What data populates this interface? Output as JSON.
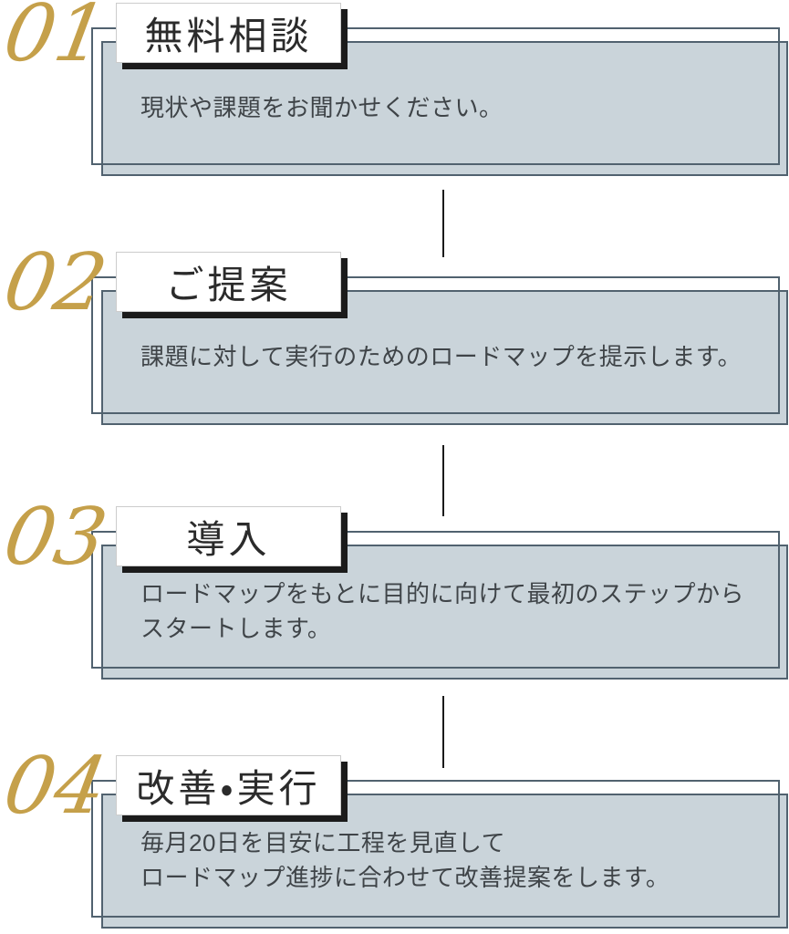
{
  "colors": {
    "gold": "#c5a04a",
    "box_fill": "#cad4da",
    "box_border": "#51626f",
    "title_shadow": "#1b1b1b",
    "title_text": "#2b2b2b",
    "body_text": "#3f4448",
    "connector": "#1a1a1a"
  },
  "steps": [
    {
      "number": "01",
      "title": "無料相談",
      "body": "現状や課題をお聞かせください。"
    },
    {
      "number": "02",
      "title": "ご提案",
      "body": "課題に対して実行のためのロードマップを提示します。"
    },
    {
      "number": "03",
      "title": "導入",
      "body": "ロードマップをもとに目的に向けて最初のステップから\nスタートします。"
    },
    {
      "number": "04",
      "title": "改善・実行",
      "body": "毎月20日を目安に工程を見直して\nロードマップ進捗に合わせて改善提案をします。"
    }
  ]
}
